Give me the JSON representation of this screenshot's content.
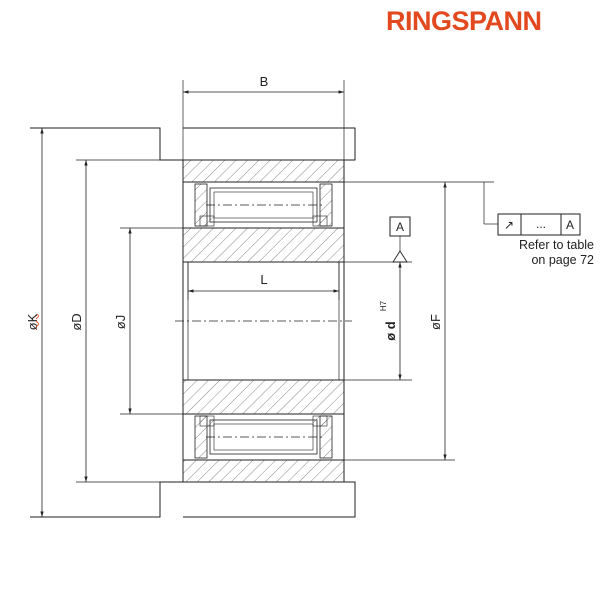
{
  "brand": {
    "name": "RINGSPANN",
    "color": "#e2491f"
  },
  "dimensions": {
    "B": "B",
    "L": "L",
    "K": "øK",
    "D": "øD",
    "J": "øJ",
    "d": "ø d",
    "d_tolerance": "H7",
    "F": "øF"
  },
  "datum": {
    "label": "A"
  },
  "tolerance_frame": {
    "symbol": "↗",
    "value": "...",
    "datum": "A"
  },
  "note": {
    "line1": "Refer to table",
    "line2": "on page 72"
  }
}
